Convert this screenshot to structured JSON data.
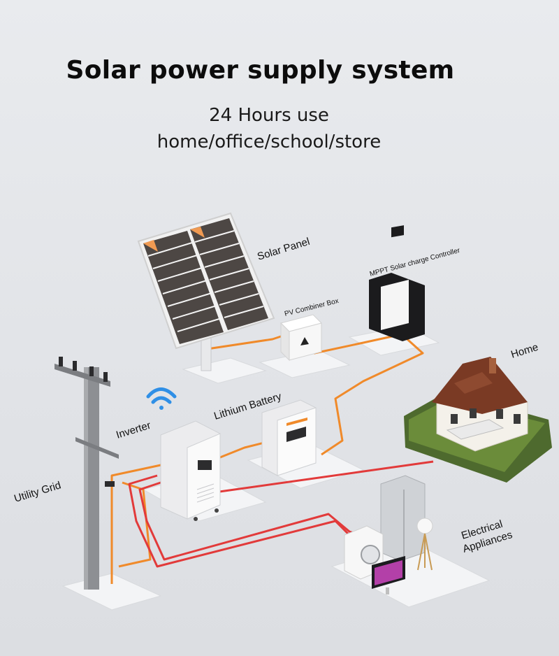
{
  "header": {
    "title": "Solar power supply system",
    "subtitle_line1": "24 Hours use",
    "subtitle_line2": "home/office/school/store"
  },
  "labels": {
    "solar_panel": "Solar Panel",
    "pv_combiner_box": "PV Combiner Box",
    "mppt_controller": "MPPT Solar charge Controller",
    "home": "Home",
    "lithium_battery": "Lithium Battery",
    "inverter": "Inverter",
    "utility_grid": "Utility Grid",
    "electrical_appliances_line1": "Electrical",
    "electrical_appliances_line2": "Appliances"
  },
  "icons": {
    "wifi": "wifi-icon"
  },
  "colors": {
    "dc_cable": "#f08a2a",
    "ac_cable": "#e23a3a",
    "wifi": "#2f8fe6",
    "roof": "#7a3a24"
  }
}
